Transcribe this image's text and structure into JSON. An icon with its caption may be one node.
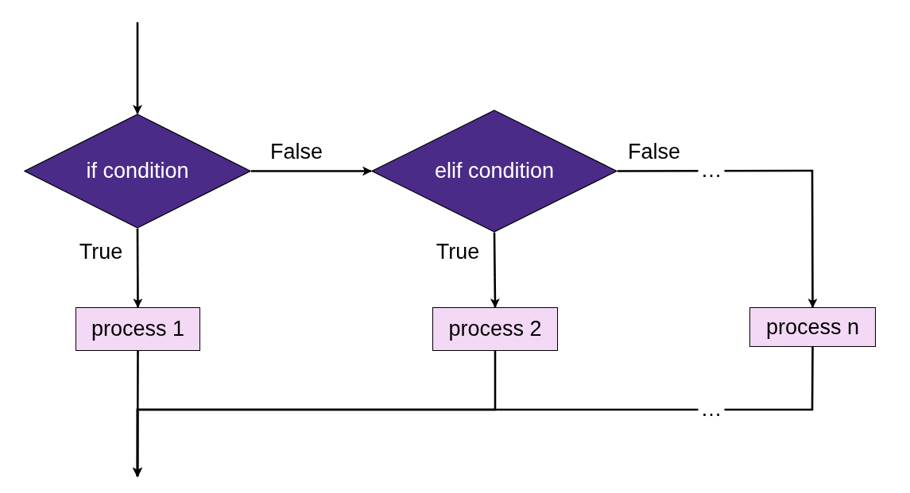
{
  "diagram": {
    "nodes": [
      {
        "text": [
          "if condition"
        ]
      },
      {
        "text": [
          "elif condition"
        ]
      },
      {
        "text": [
          "process 1"
        ]
      },
      {
        "text": [
          "process 2"
        ]
      },
      {
        "text": [
          "process n"
        ]
      }
    ],
    "edges": [
      {
        "from": null,
        "to": 0,
        "arrow": "to"
      },
      {
        "from": 0,
        "to": 1,
        "arrow": "to",
        "label": "False"
      },
      {
        "from": 0,
        "to": 2,
        "arrow": "to",
        "label": "True"
      },
      {
        "from": 1,
        "to": 3,
        "arrow": "to",
        "label": "True"
      },
      {
        "from": 1,
        "to": 4,
        "arrow": "to",
        "label": "False"
      },
      {
        "from": 2,
        "to": null,
        "arrow": "to"
      },
      {
        "from": 3,
        "to": null,
        "arrow": "to"
      },
      {
        "from": 4,
        "to": null,
        "arrow": "to"
      }
    ],
    "labels": [
      "…",
      "…"
    ]
  }
}
